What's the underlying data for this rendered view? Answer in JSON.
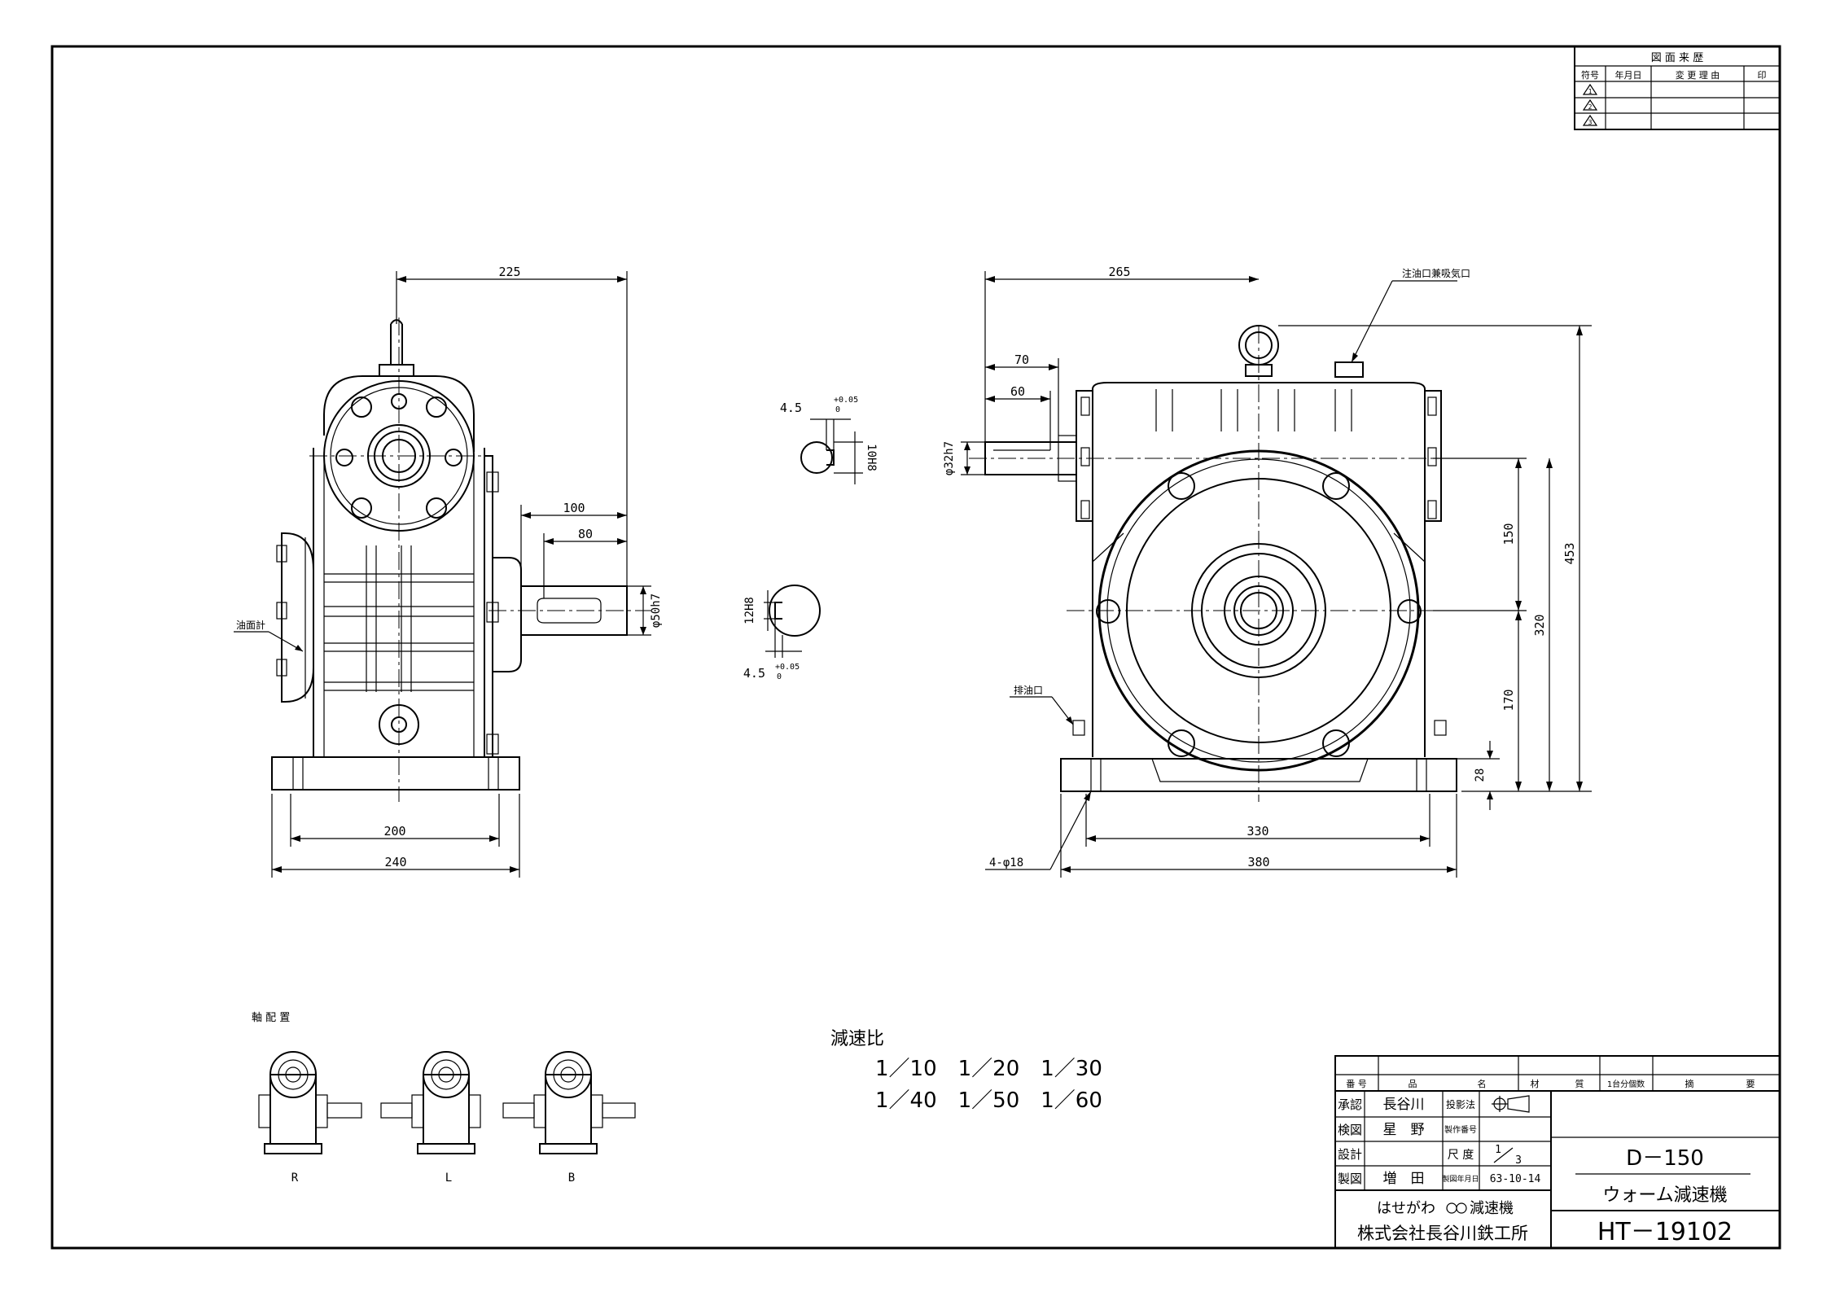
{
  "revision_table": {
    "title": "図 面 来 歴",
    "headers": [
      "符号",
      "年月日",
      "変 更 理 由",
      "印"
    ],
    "marks": [
      "1",
      "2",
      "3"
    ]
  },
  "dimensions": {
    "side_top_width": "225",
    "side_shaft_100": "100",
    "side_shaft_80": "80",
    "side_shaft_dia": "φ50h7",
    "side_base_inner": "200",
    "side_base_outer": "240",
    "oil_gauge": "油面計",
    "front_top_width": "265",
    "front_shaft_70": "70",
    "front_shaft_60": "60",
    "front_shaft_dia": "φ32h7",
    "oil_fill": "注油口兼吸気口",
    "oil_drain": "排油口",
    "front_h_150": "150",
    "front_h_170": "170",
    "front_h_320": "320",
    "front_h_453": "453",
    "front_h_28": "28",
    "front_base_inner": "330",
    "front_base_outer": "380",
    "bolt_holes": "4-φ18",
    "key1_width": "4.5",
    "key1_tol_plus": "+0.05",
    "key1_tol_zero": "0",
    "key1_depth": "10H8",
    "key2_width": "4.5",
    "key2_tol_plus": "+0.05",
    "key2_tol_zero": "0",
    "key2_depth": "12H8"
  },
  "shaft_arrangement": {
    "title": "軸 配 置",
    "labels": [
      "R",
      "L",
      "B"
    ]
  },
  "reduction": {
    "title": "減速比",
    "row1": "1／10　1／20　1／30",
    "row2": "1／40　1／50　1／60"
  },
  "title_block": {
    "head": [
      "番 号",
      "品",
      "名",
      "材",
      "質",
      "1台分個数",
      "摘",
      "要"
    ],
    "approved": "承認",
    "approved_name": "長谷川",
    "checked": "検図",
    "checked_name": "星　野",
    "designed": "設計",
    "drawn": "製図",
    "drawn_name": "増　田",
    "projection": "投影法",
    "prod_no": "製作番号",
    "scale": "尺 度",
    "scale_num": "1",
    "scale_den": "3",
    "date_label": "製図年月日",
    "date": "63-10-14",
    "model": "D－150",
    "product": "ウォーム減速機",
    "brand": "はせがわ",
    "brand2": "減速機",
    "company": "株式会社長谷川鉄工所",
    "drawing_no": "HT－19102"
  }
}
